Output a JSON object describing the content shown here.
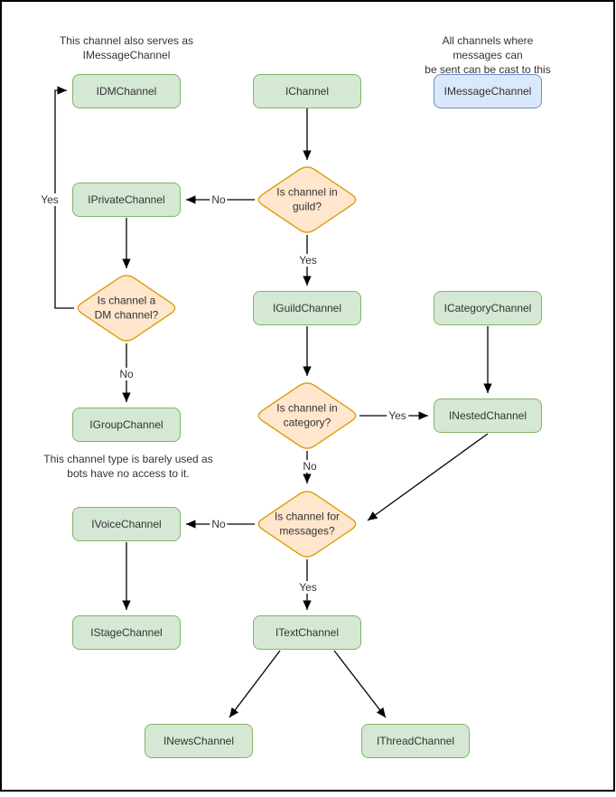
{
  "colors": {
    "node_fill": "#d5e8d4",
    "node_stroke": "#82b366",
    "decision_fill": "#ffe6cc",
    "decision_stroke": "#d79b00",
    "message_fill": "#dae8fc",
    "message_stroke": "#6c8ebf",
    "connector": "#000000",
    "text": "#333333"
  },
  "annotations": {
    "dm_note": "This channel also serves as\nIMessageChannel",
    "message_note": "All channels where messages can\nbe sent can be cast to this type.",
    "group_note": "This channel type is barely used as\nbots have no access to it."
  },
  "nodes": {
    "idm": "IDMChannel",
    "channel": "IChannel",
    "message": "IMessageChannel",
    "private": "IPrivateChannel",
    "guild": "IGuildChannel",
    "category": "ICategoryChannel",
    "group": "IGroupChannel",
    "nested": "INestedChannel",
    "voice": "IVoiceChannel",
    "stage": "IStageChannel",
    "text": "ITextChannel",
    "news": "INewsChannel",
    "thread": "IThreadChannel"
  },
  "decisions": {
    "in_guild": "Is channel in\nguild?",
    "is_dm": "Is channel a\nDM channel?",
    "in_category": "Is channel in\ncategory?",
    "for_messages": "Is channel for\nmessages?"
  },
  "edge_labels": {
    "yes_dm_to_idm": "Yes",
    "no_guild_to_private": "No",
    "yes_guild_to_guildchannel": "Yes",
    "no_dm_to_group": "No",
    "yes_category_to_nested": "Yes",
    "no_category_to_messages": "No",
    "no_messages_to_voice": "No",
    "yes_messages_to_text": "Yes"
  }
}
